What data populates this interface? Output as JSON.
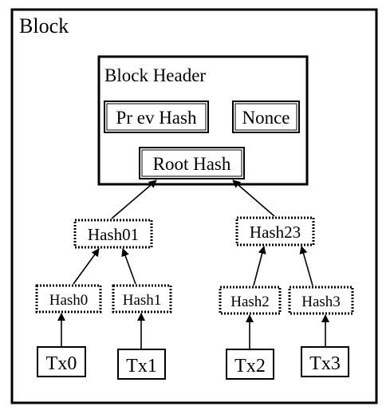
{
  "block_label": "Block",
  "header_label": "Block Header",
  "prev_hash_label": "Pr ev Hash",
  "nonce_label": "Nonce",
  "root_hash_label": "Root Hash",
  "hash01_label": "Hash01",
  "hash23_label": "Hash23",
  "hash0_label": "Hash0",
  "hash1_label": "Hash1",
  "hash2_label": "Hash2",
  "hash3_label": "Hash3",
  "tx0_label": "Tx0",
  "tx1_label": "Tx1",
  "tx2_label": "Tx2",
  "tx3_label": "Tx3"
}
